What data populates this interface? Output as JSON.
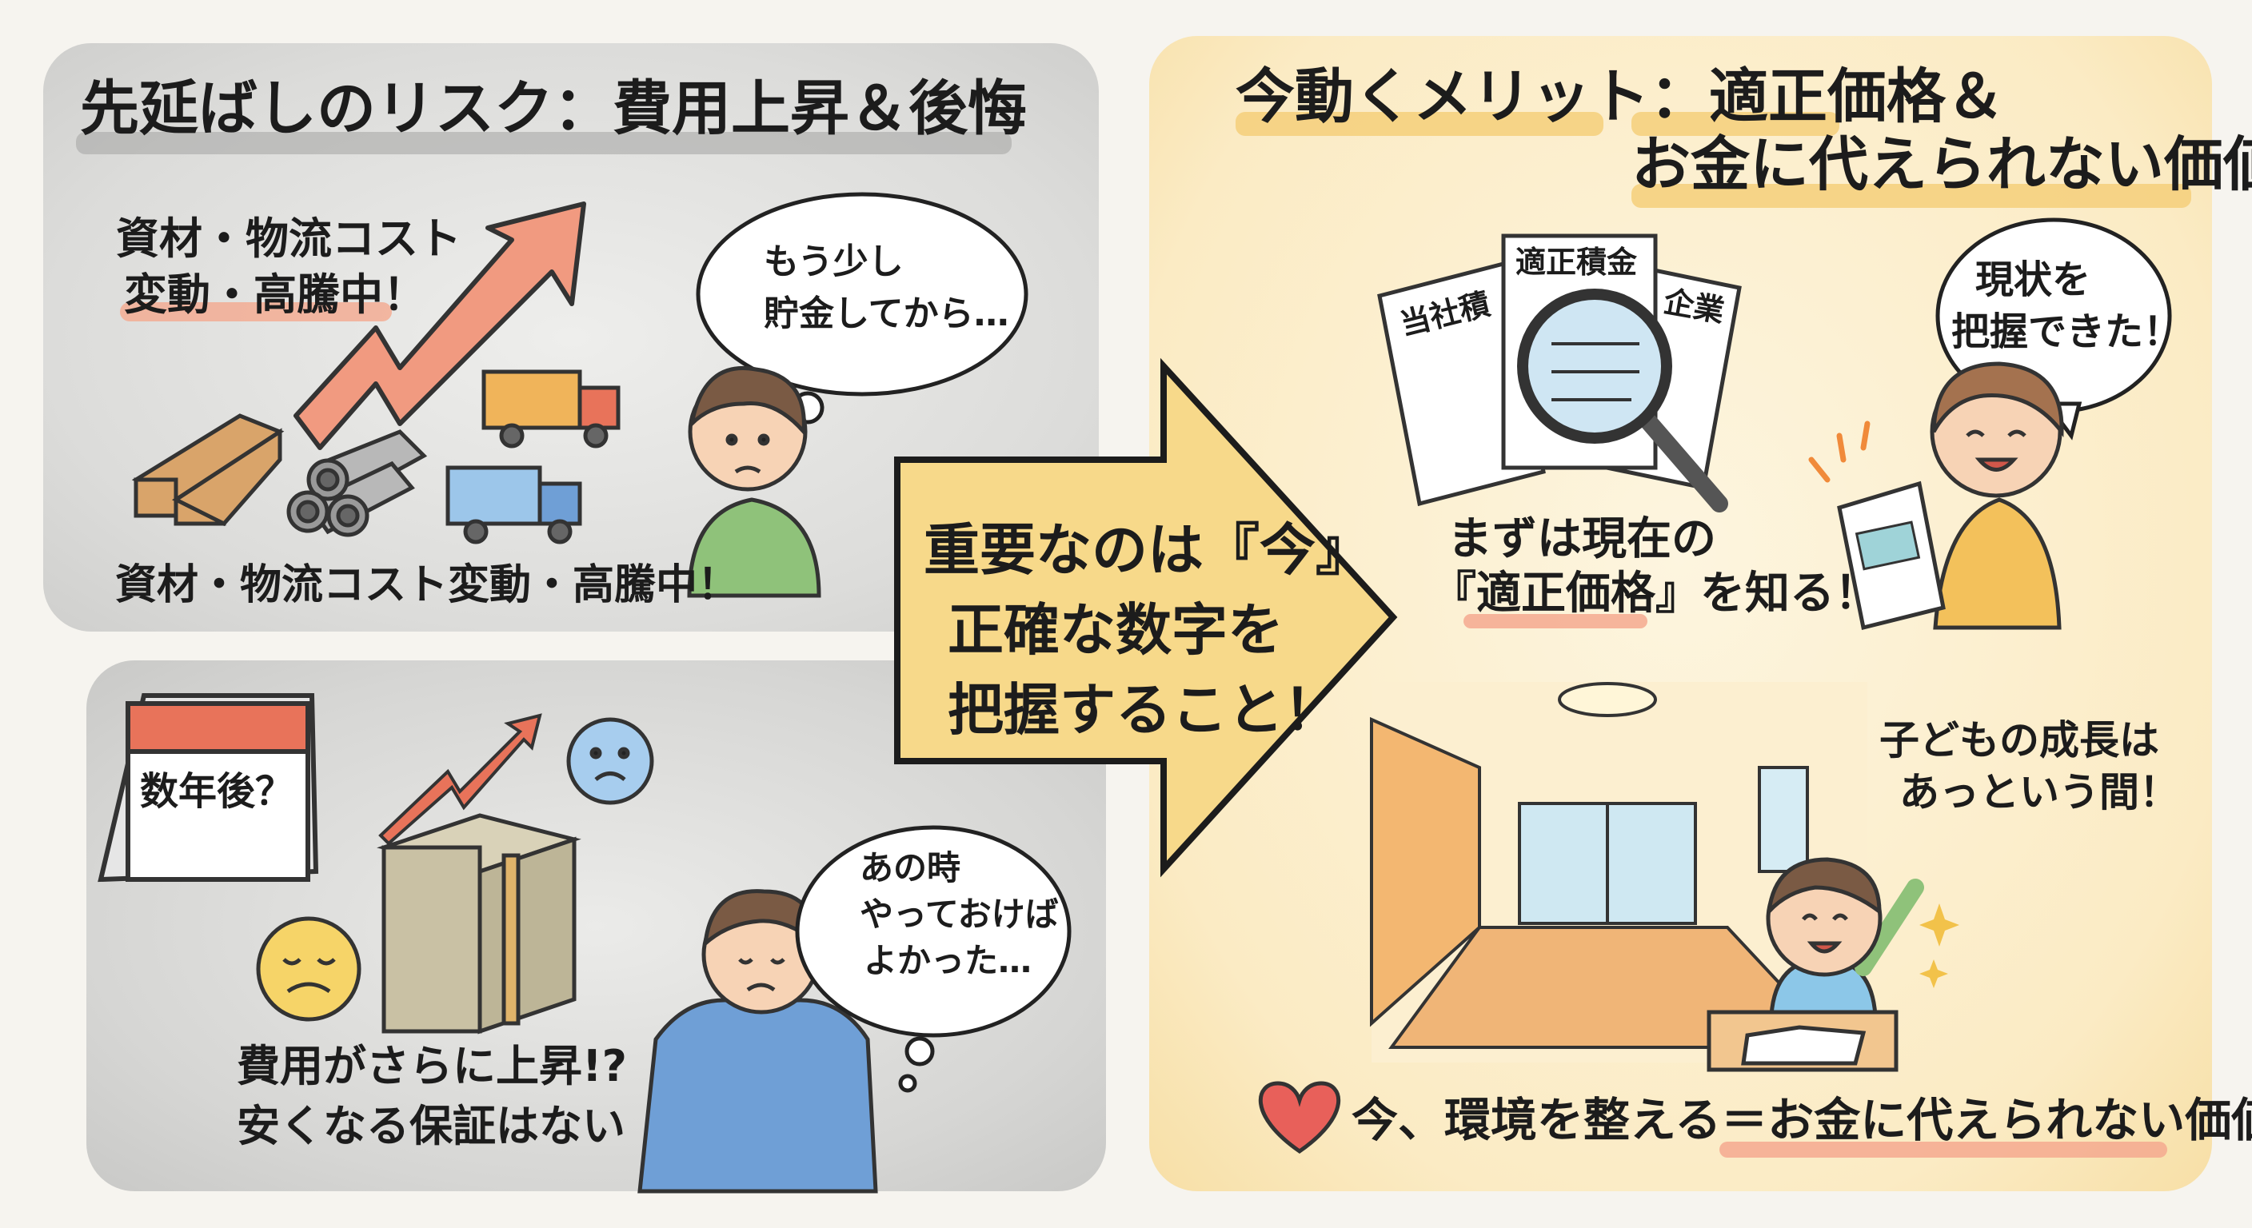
{
  "left_top": {
    "title": "先延ばしのリスク：費用上昇＆後悔",
    "callout_line1": "資材・物流コスト",
    "callout_line2": "変動・高騰中！",
    "caption": "資材・物流コスト変動・高騰中！",
    "thought_line1": "もう少し",
    "thought_line2": "貯金してから…"
  },
  "left_bottom": {
    "calendar_label": "数年後？",
    "caption_line1": "費用がさらに上昇!?",
    "caption_line2": "安くなる保証はない",
    "thought_line1": "あの時",
    "thought_line2": "やっておけば",
    "thought_line3": "よかった…"
  },
  "center": {
    "line1": "重要なのは『今』",
    "line2": "正確な数字を",
    "line3": "把握すること！"
  },
  "right": {
    "title_line1": "今動くメリット：適正価格＆",
    "title_line2": "お金に代えられない価値",
    "doc_left": "当社積",
    "doc_center": "適正積金",
    "doc_right": "企業",
    "caption_line1": "まずは現在の",
    "caption_line2": "『適正価格』を知る！",
    "speech_line1": "現状を",
    "speech_line2": "把握できた！",
    "child_line1": "子どもの成長は",
    "child_line2": "あっという間！",
    "bottom_message": "今、環境を整える＝お金に代えられない価値"
  },
  "colors": {
    "left_panel": "#d9d9d7",
    "right_panel": "#fbebc4",
    "arrow_fill": "#f7d98a",
    "accent_red": "#e8735a",
    "highlight_orange": "#f4a98f",
    "highlight_yellow": "#f5cf7a"
  }
}
